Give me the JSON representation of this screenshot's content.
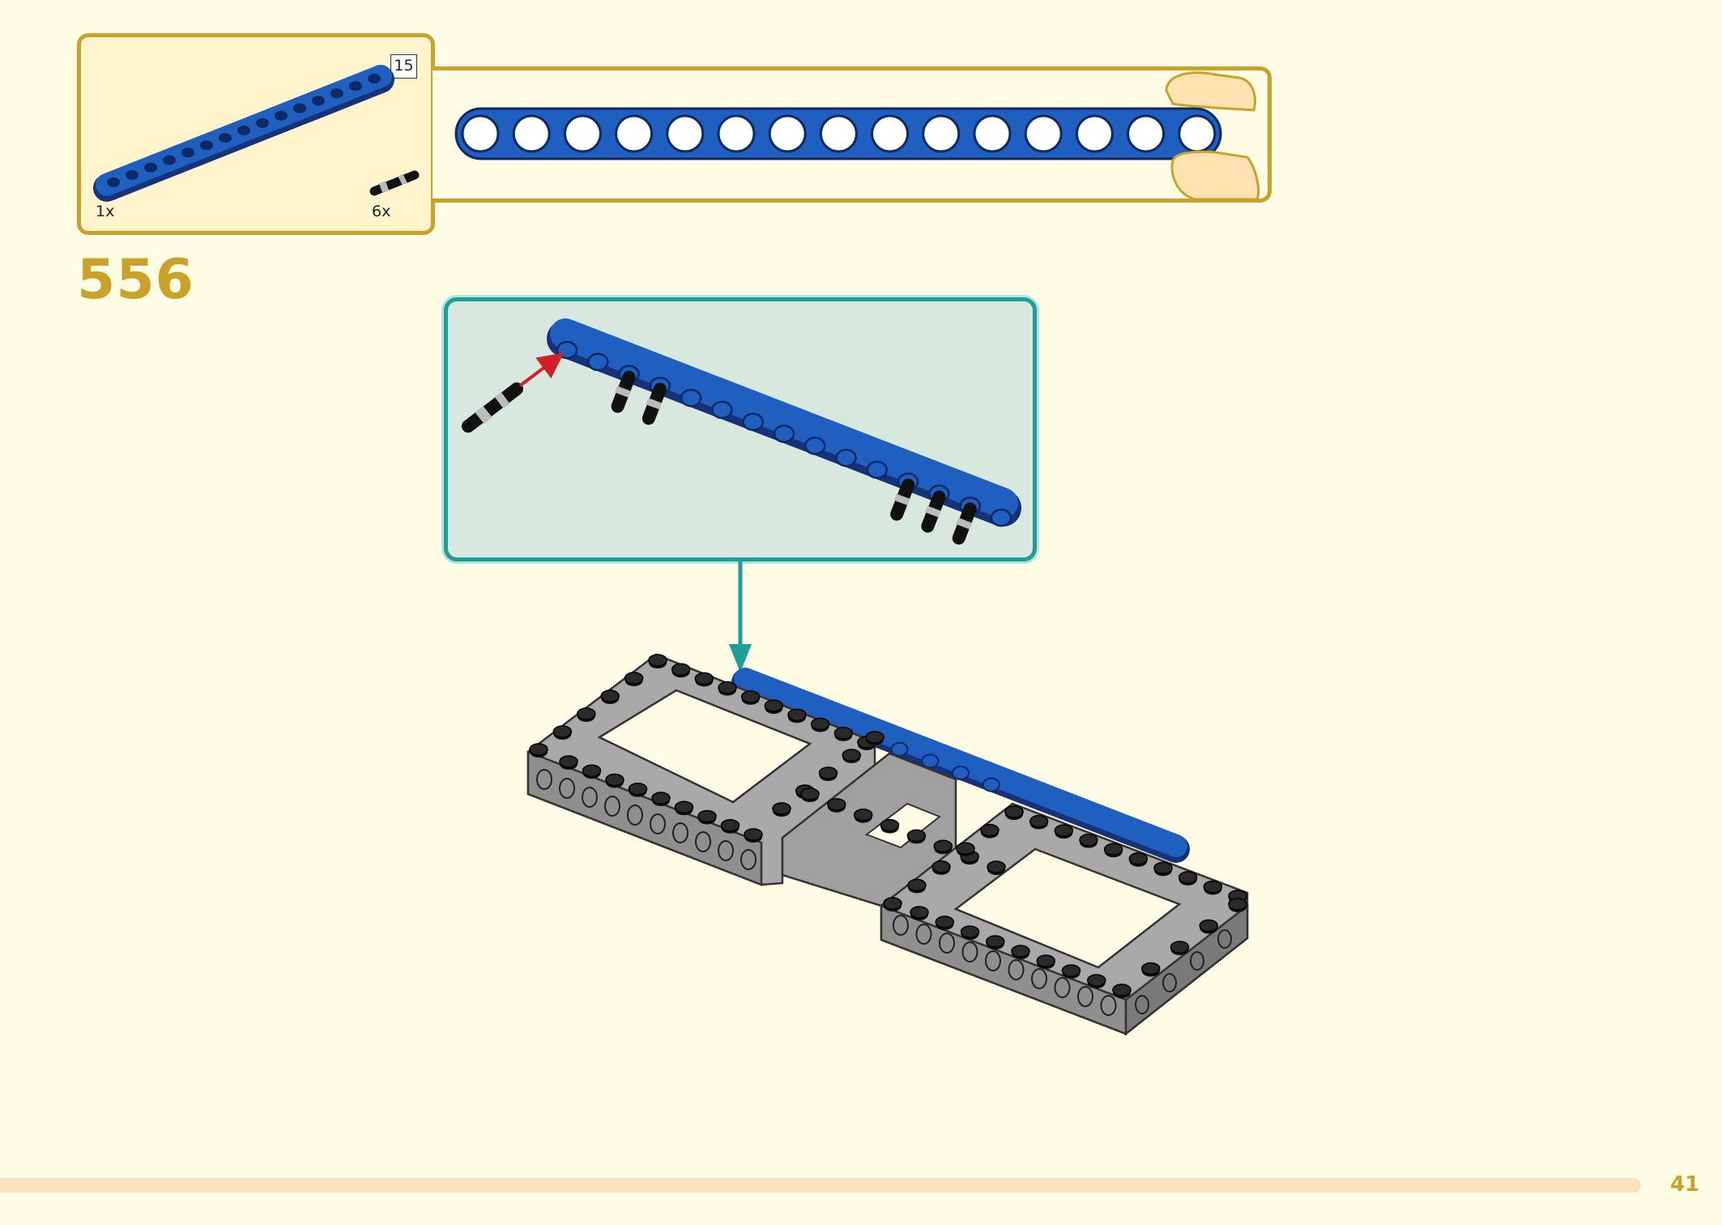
{
  "parts_list": {
    "items": [
      {
        "part": "beam-15",
        "count": "1x",
        "color": "#1f5fbf"
      },
      {
        "part": "axle-pin",
        "count": "6x",
        "color": "#333333"
      }
    ],
    "length_badge": "15"
  },
  "step": {
    "number": "556"
  },
  "page": {
    "number": "41"
  },
  "colors": {
    "accent": "#c9a227",
    "callout_border": "#1e9e98",
    "beam_blue": "#1f5fbf",
    "frame_gray": "#a9a9a9",
    "stud_black": "#1a1a1a",
    "insert_arrow": "#d0202a",
    "page_background": "#fffce6"
  }
}
